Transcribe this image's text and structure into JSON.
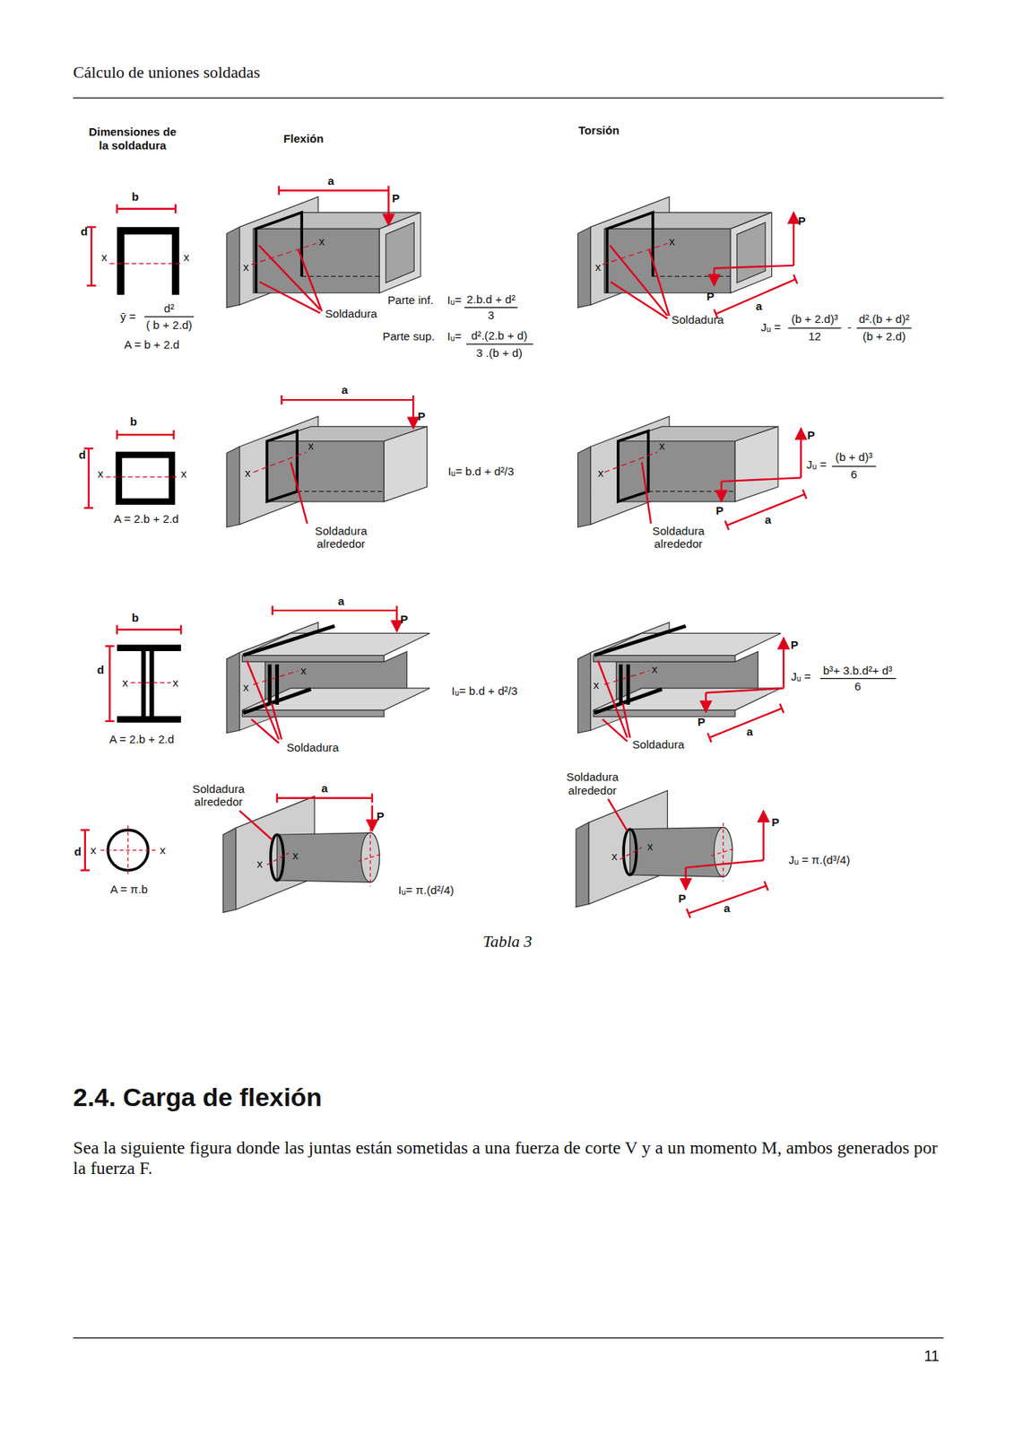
{
  "diagram": {
    "title": "Cálculo de uniones soldadas",
    "caption": "Tabla 3",
    "labels": [
      "Dimensiones de la soldadura",
      "Flexión",
      "Torsión",
      "b",
      "d",
      "x",
      "x",
      "ȳ =",
      "d²",
      "( b + 2.d)",
      "A = b + 2.d",
      "a",
      "P",
      "x",
      "x",
      "Soldadura",
      "Parte inf.",
      "Iᵤ=",
      "2.b.d + d²",
      "3",
      "Parte sup.",
      "Iᵤ=",
      "d².(2.b + d)",
      "3 .(b + d)",
      "P",
      "x",
      "x",
      "P",
      "a",
      "Soldadura",
      "Jᵤ =",
      "(b + 2.d)³",
      "12",
      "-",
      "d².(b + d)²",
      "(b + 2.d)",
      "b",
      "d",
      "x",
      "x",
      "A = 2.b + 2.d",
      "a",
      "P",
      "x",
      "x",
      "Iᵤ= b.d + d²/3",
      "Soldadura alrededor",
      "P",
      "x",
      "x",
      "Jᵤ =",
      "(b + d)³",
      "6",
      "P",
      "a",
      "Soldadura alrededor",
      "b",
      "d",
      "x",
      "x",
      "A = 2.b + 2.d",
      "a",
      "P",
      "x",
      "x",
      "Iᵤ= b.d + d²/3",
      "Soldadura",
      "P",
      "x",
      "x",
      "Jᵤ =",
      "b³+ 3.b.d²+ d³",
      "6",
      "P",
      "a",
      "Soldadura",
      "d",
      "x",
      "x",
      "A = π.b",
      "Soldadura alrededor",
      "a",
      "P",
      "x",
      "x",
      "Iᵤ= π.(d²/4)",
      "Soldadura alrededor",
      "P",
      "x",
      "x",
      "Jᵤ = π.(d³/4)",
      "P",
      "a",
      "2.4. Carga de flexión",
      "Sea la siguiente figura donde las juntas están sometidas a una fuerza de corte V y a un momento M, ambos generados por la fuerza F.",
      "11"
    ]
  }
}
